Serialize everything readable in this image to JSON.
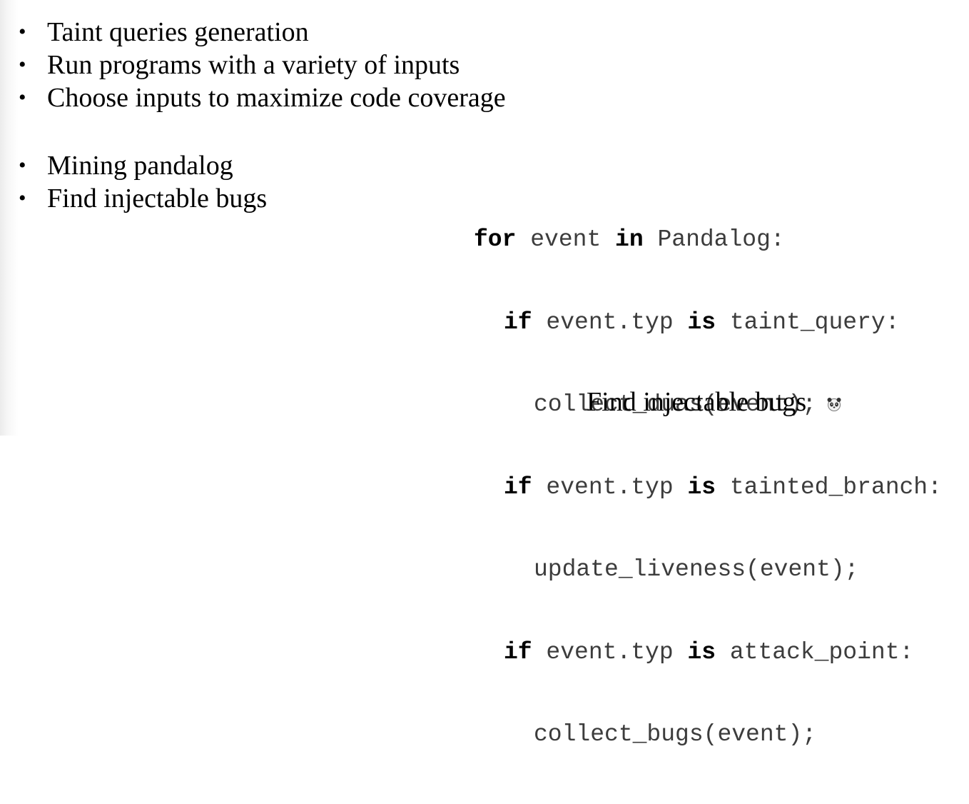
{
  "bullets_top": [
    "Taint queries generation",
    "Run programs with a variety of inputs",
    "Choose inputs to maximize code coverage"
  ],
  "bullets_bottom": [
    "Mining pandalog",
    "Find injectable bugs"
  ],
  "bullet_glyph": "•",
  "code": {
    "line1": {
      "kw1": "for",
      "t1": " event ",
      "kw2": "in",
      "t2": " Pandalog:"
    },
    "line2": {
      "kw1": "if",
      "t1": " event.typ ",
      "kw2": "is",
      "t2": " taint_query:"
    },
    "line3": {
      "t1": "collect_duas(event);"
    },
    "line4": {
      "kw1": "if",
      "t1": " event.typ ",
      "kw2": "is",
      "t2": " tainted_branch:"
    },
    "line5": {
      "t1": "update_liveness(event);"
    },
    "line6": {
      "kw1": "if",
      "t1": " event.typ ",
      "kw2": "is",
      "t2": " attack_point:"
    },
    "line7": {
      "t1": "collect_bugs(event);"
    }
  },
  "icons": {
    "panda": "panda-icon"
  },
  "caption": "Find injectable bugs",
  "colors": {
    "code_text": "#3c3c3c",
    "keyword": "#000000",
    "text": "#000000"
  }
}
